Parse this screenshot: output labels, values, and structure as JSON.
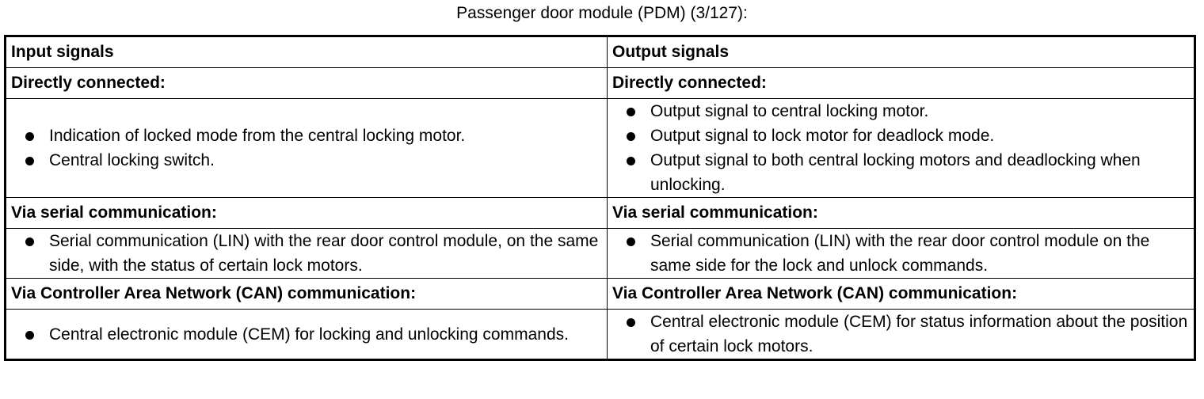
{
  "caption": "Passenger door module (PDM) (3/127):",
  "table": {
    "input_header": "Input signals",
    "output_header": "Output signals",
    "sections": [
      {
        "input_title": "Directly connected:",
        "output_title": "Directly connected:",
        "input_items": [
          "Indication of locked mode from the central locking motor.",
          "Central locking switch."
        ],
        "output_items": [
          "Output signal to central locking motor.",
          "Output signal to lock motor for deadlock mode.",
          "Output signal to both central locking motors and deadlocking when unlocking."
        ]
      },
      {
        "input_title": "Via serial communication:",
        "output_title": "Via serial communication:",
        "input_items": [
          "Serial communication (LIN) with the rear door control module, on the same side, with the status of certain lock motors."
        ],
        "output_items": [
          "Serial communication (LIN) with the rear door control module on the same side for the lock and unlock commands."
        ]
      },
      {
        "input_title": "Via Controller Area Network (CAN) communication:",
        "output_title": "Via Controller Area Network (CAN) communication:",
        "input_items": [
          "Central electronic module (CEM) for locking and unlocking commands."
        ],
        "output_items": [
          "Central electronic module (CEM) for status information about the position of certain lock motors."
        ]
      }
    ]
  }
}
